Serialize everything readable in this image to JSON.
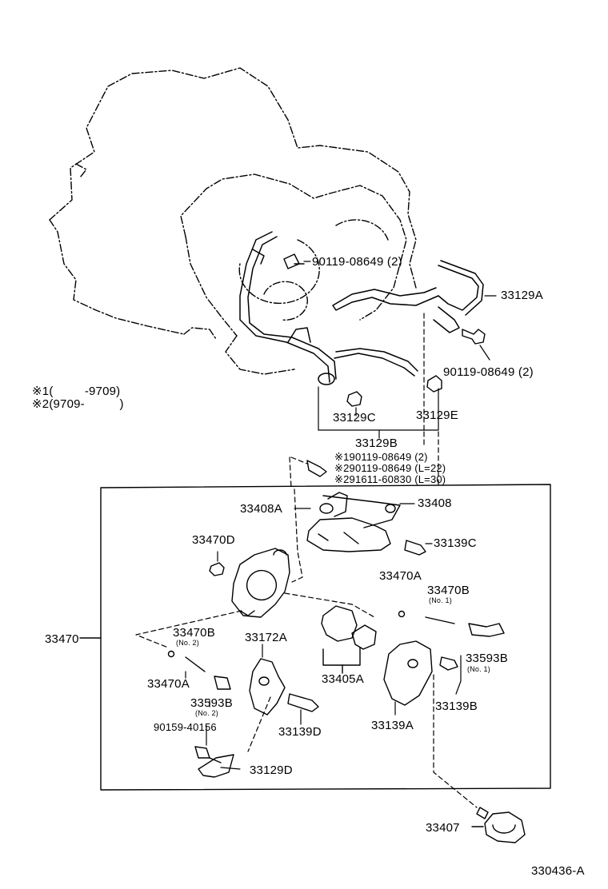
{
  "figure_code": "330436-A",
  "notes": [
    {
      "mark": "※1",
      "range": "(         -9709)"
    },
    {
      "mark": "※2",
      "range": "(9709-          )"
    }
  ],
  "labels": {
    "p33129A": "33129A",
    "p90119_upper": "90119-08649 (2)",
    "p90119_right": "90119-08649 (2)",
    "p33129C": "33129C",
    "p33129E": "33129E",
    "p33129B": "33129B",
    "note_bolt1": "※190119-08649 (2)",
    "note_bolt2": "※290119-08649 (L=22)",
    "note_bolt3": "※291611-60830 (L=30)",
    "p33408A": "33408A",
    "p33408": "33408",
    "p33139C": "33139C",
    "p33470D": "33470D",
    "p33470A_right": "33470A",
    "p33470B_right": "33470B",
    "p33470B_right_sub": "(No. 1)",
    "p33470": "33470",
    "p33470B_left": "33470B",
    "p33470B_left_sub": "(No. 2)",
    "p33172A": "33172A",
    "p33593B_right": "33593B",
    "p33593B_right_sub": "(No. 1)",
    "p33470A_left": "33470A",
    "p33405A": "33405A",
    "p33593B_left": "33593B",
    "p33593B_left_sub": "(No. 2)",
    "p33139B": "33139B",
    "p90159": "90159-40156",
    "p33139D": "33139D",
    "p33139A": "33139A",
    "p33129D": "33129D",
    "p33407": "33407"
  },
  "icons": [
    "transmission-housing-icon",
    "shift-cable-bracket-icon",
    "bolt-icon",
    "bushing-icon",
    "cable-bracket-icon",
    "shift-lever-housing-icon",
    "shift-lever-plate-icon",
    "spring-icon",
    "ball-icon",
    "cover-plate-icon",
    "speedometer-gear-icon"
  ]
}
